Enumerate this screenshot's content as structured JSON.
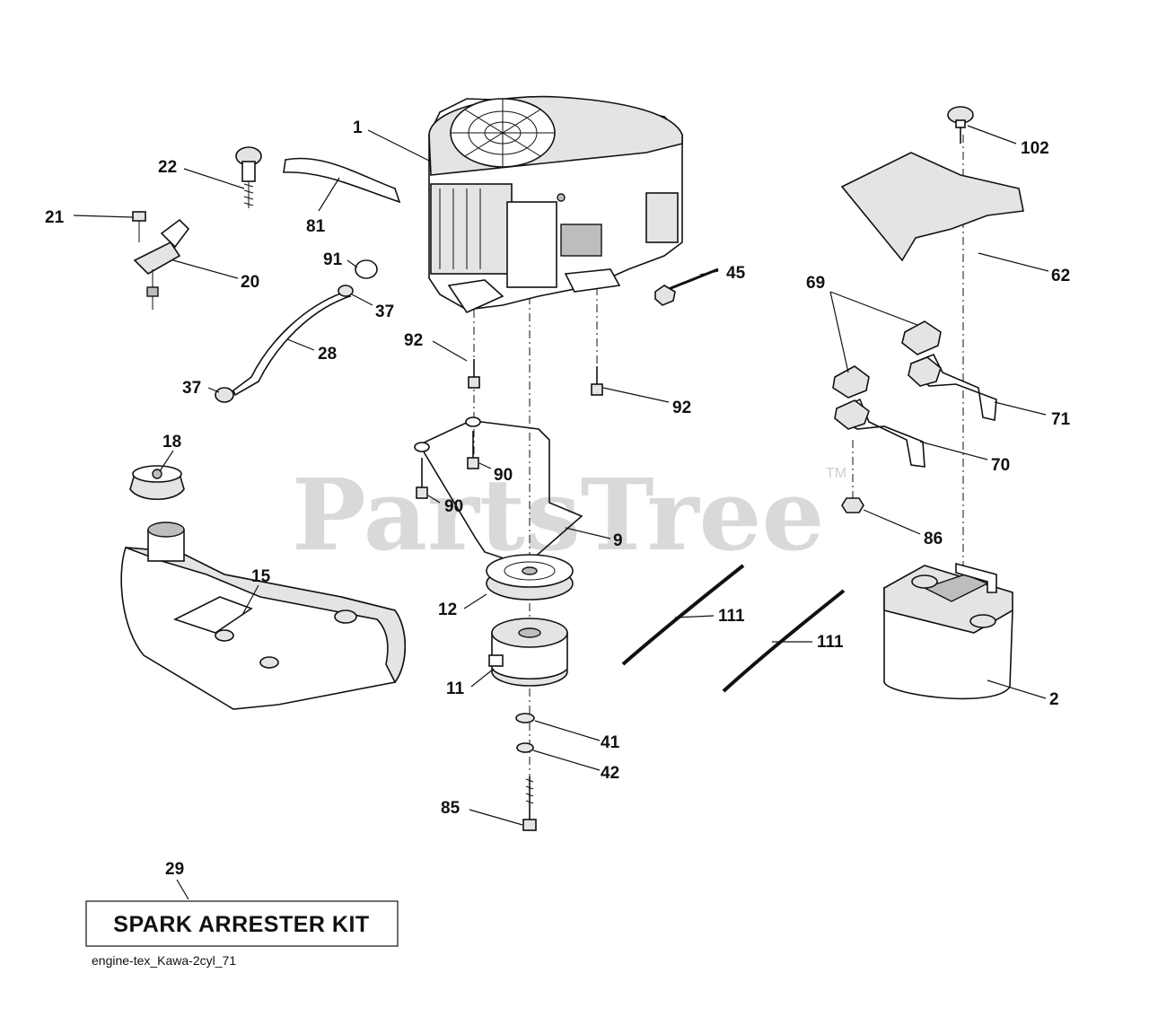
{
  "watermark": {
    "text": "PartsTree",
    "tm": "TM"
  },
  "callouts": {
    "c1": "1",
    "c2": "2",
    "c9": "9",
    "c11": "11",
    "c12": "12",
    "c15": "15",
    "c18": "18",
    "c20": "20",
    "c21": "21",
    "c22": "22",
    "c28": "28",
    "c29": "29",
    "c37a": "37",
    "c37b": "37",
    "c41": "41",
    "c42": "42",
    "c45": "45",
    "c62": "62",
    "c69": "69",
    "c70": "70",
    "c71": "71",
    "c81": "81",
    "c85": "85",
    "c86": "86",
    "c90a": "90",
    "c90b": "90",
    "c91": "91",
    "c92a": "92",
    "c92b": "92",
    "c102": "102",
    "c111a": "111",
    "c111b": "111"
  },
  "kit_box": {
    "label": "SPARK ARRESTER KIT"
  },
  "caption": "engine-tex_Kawa-2cyl_71"
}
